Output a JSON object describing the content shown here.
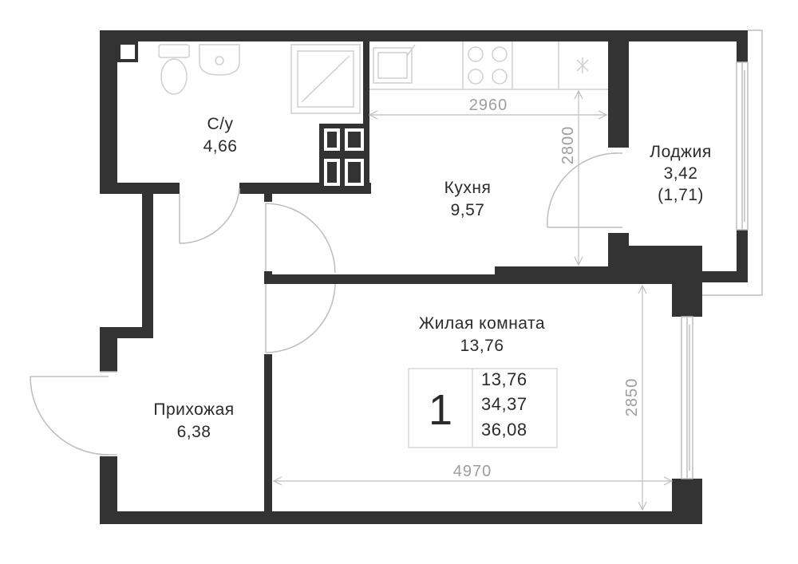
{
  "rooms": {
    "bathroom": {
      "name": "С/у",
      "area": "4,66"
    },
    "kitchen": {
      "name": "Кухня",
      "area": "9,57"
    },
    "loggia": {
      "name": "Лоджия",
      "area": "3,42",
      "reduced_area": "(1,71)"
    },
    "living": {
      "name": "Жилая комната",
      "area": "13,76"
    },
    "hall": {
      "name": "Прихожая",
      "area": "6,38"
    }
  },
  "dimensions": {
    "kitchen_width": "2960",
    "kitchen_depth": "2800",
    "living_width": "4970",
    "living_depth": "2850"
  },
  "summary": {
    "rooms_count": "1",
    "living_area": "13,76",
    "total_area": "34,37",
    "total_with_loggia": "36,08"
  },
  "colors": {
    "wall": "#333333",
    "line": "#bdbdbd",
    "text": "#2b2b2b"
  }
}
